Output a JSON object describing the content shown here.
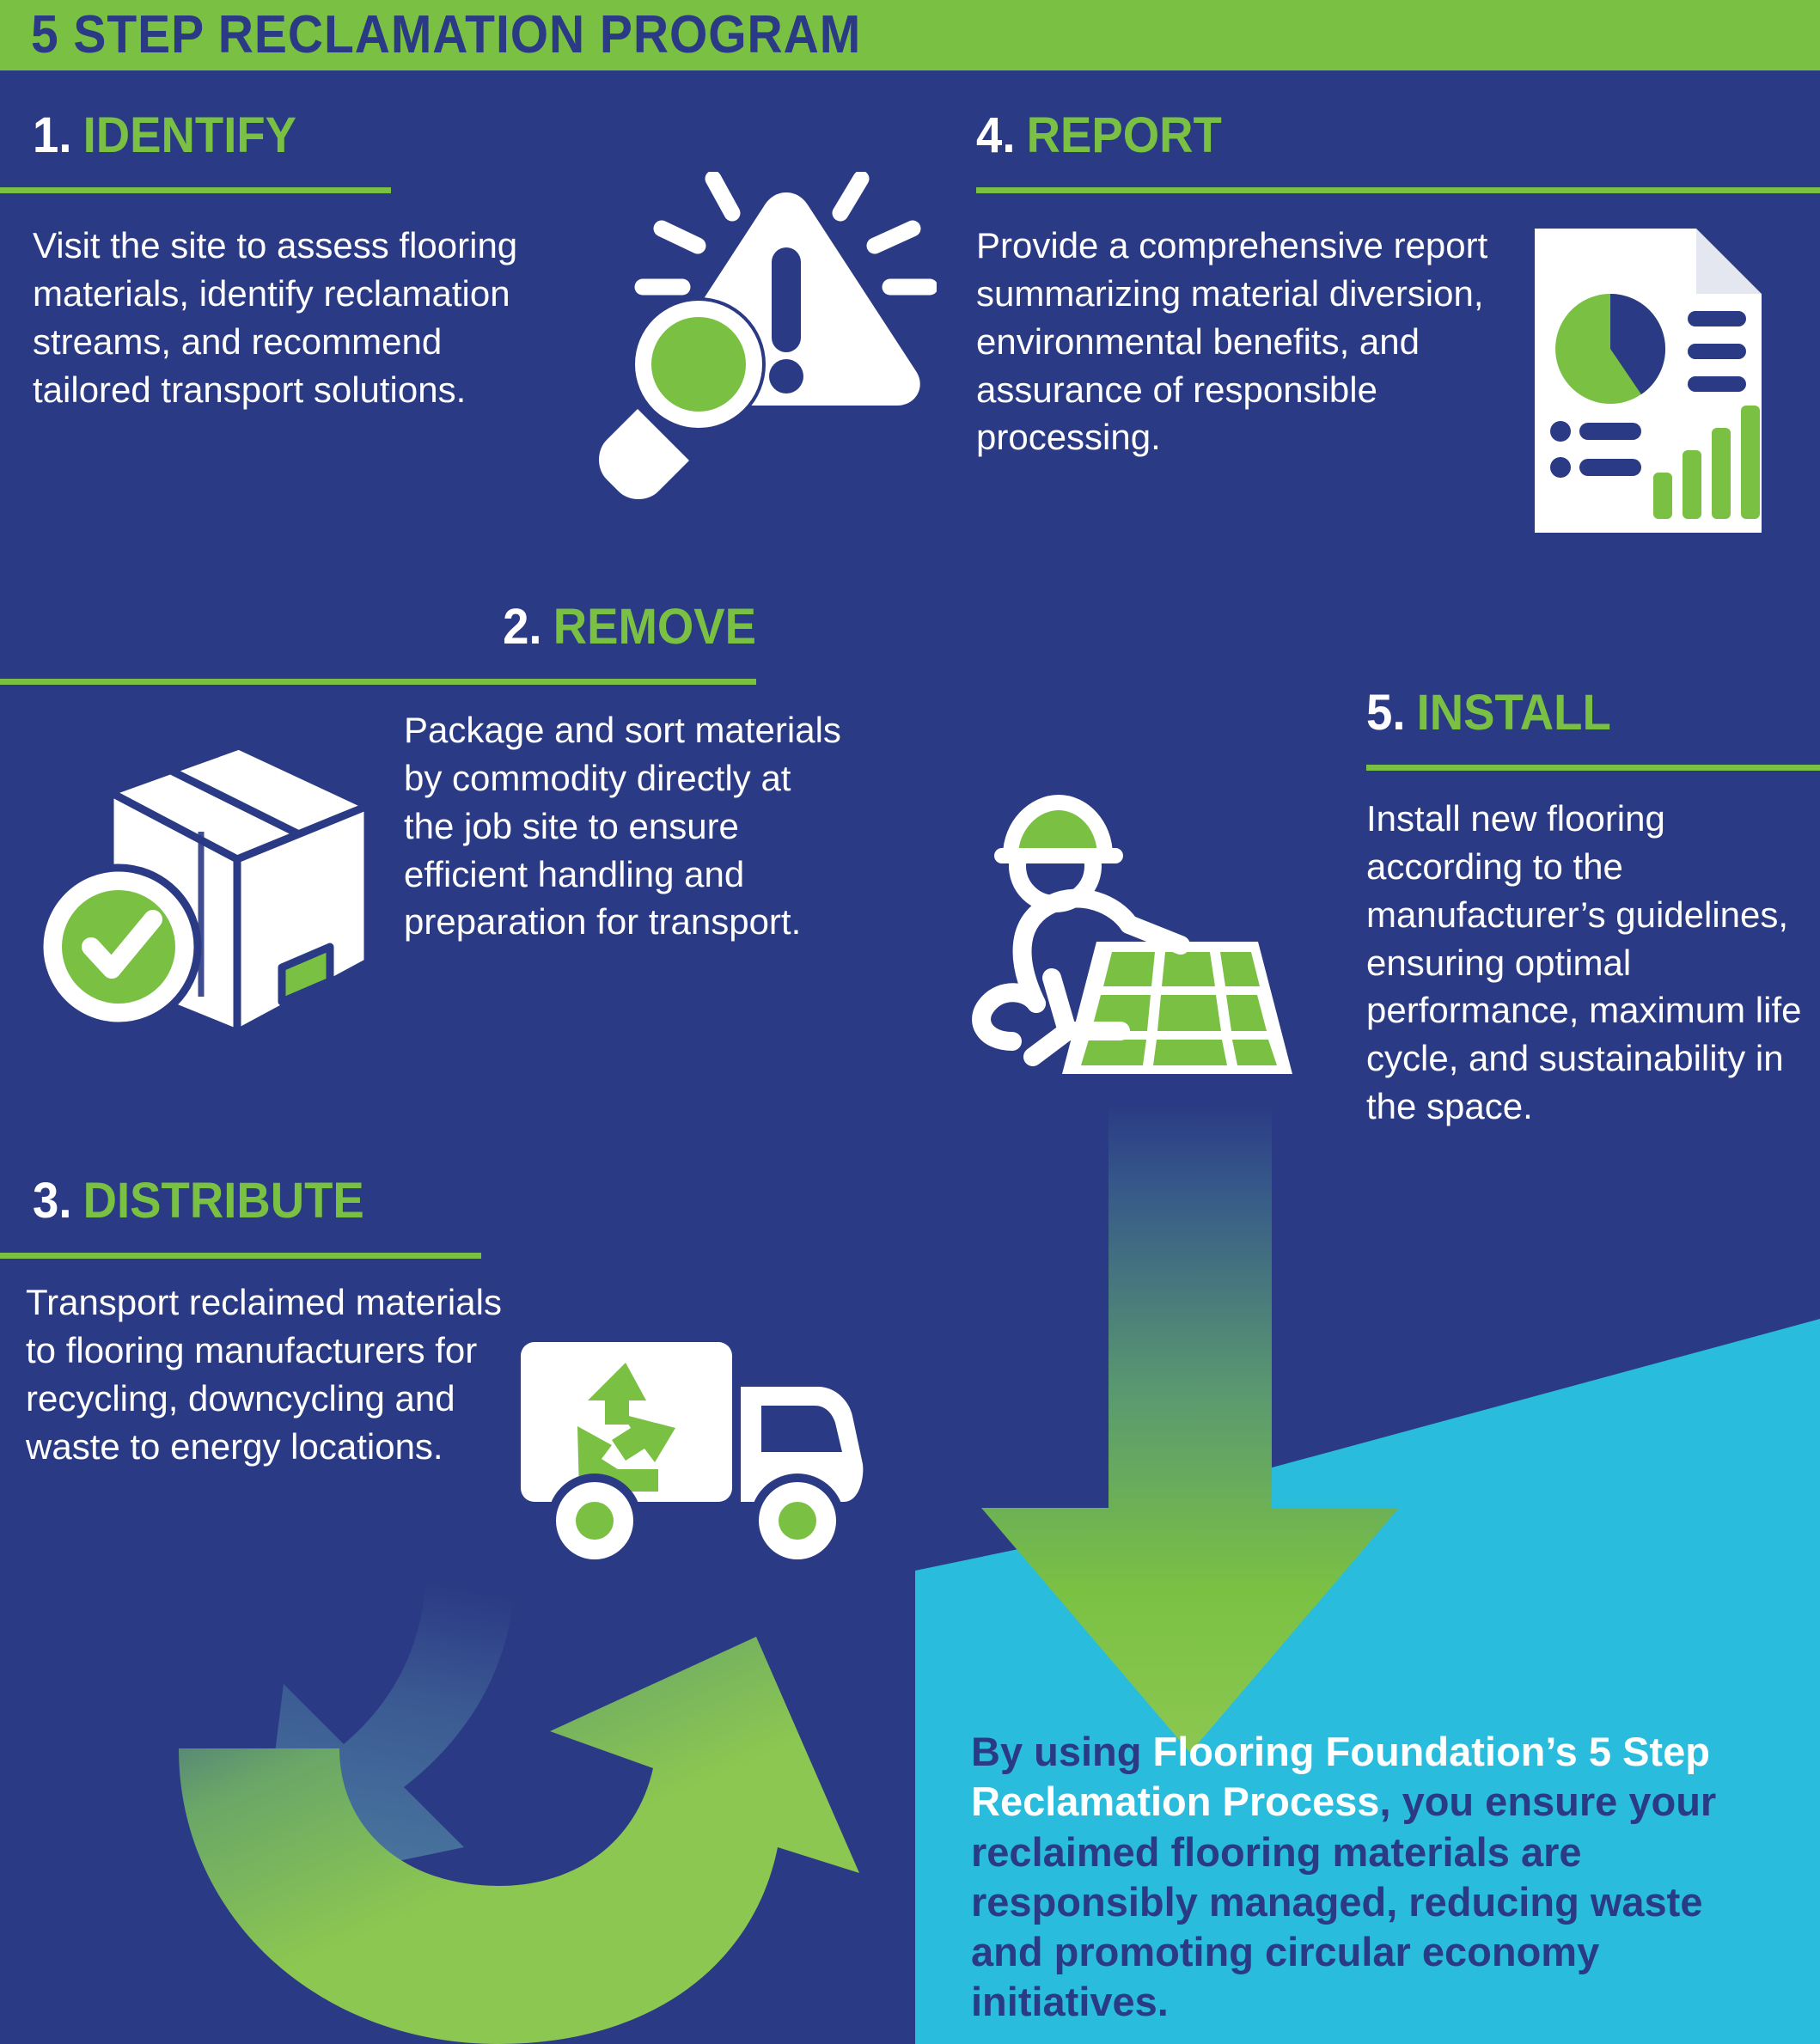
{
  "header": {
    "title": "5 STEP RECLAMATION PROGRAM"
  },
  "colors": {
    "navy": "#2b3a84",
    "green": "#7ac143",
    "cyan": "#29bcdd",
    "white": "#ffffff"
  },
  "steps": [
    {
      "num": "1.",
      "name": "IDENTIFY",
      "body": "Visit the site to assess flooring materials, identify reclamation streams, and recommend tailored transport solutions.",
      "icon": "magnifier-warning-icon"
    },
    {
      "num": "2.",
      "name": "REMOVE",
      "body": "Package and sort materials by commodity directly at the job site to ensure efficient handling and preparation for transport.",
      "icon": "package-box-check-icon"
    },
    {
      "num": "3.",
      "name": "DISTRIBUTE",
      "body": "Transport reclaimed materials to flooring manufacturers for recycling, downcycling and waste to energy locations.",
      "icon": "recycling-truck-icon"
    },
    {
      "num": "4.",
      "name": "REPORT",
      "body": "Provide a comprehensive report summarizing material diversion, environmental benefits, and assurance of responsible processing.",
      "icon": "report-document-icon"
    },
    {
      "num": "5.",
      "name": "INSTALL",
      "body": "Install new flooring according to the manufacturer’s guidelines, ensuring optimal performance, maximum life cycle, and sustainability in the space.",
      "icon": "installer-worker-tiles-icon"
    }
  ],
  "callout": {
    "lead": "By using ",
    "highlight": "Flooring Foundation’s 5 Step Reclamation Process",
    "tail": ", you ensure your reclaimed flooring materials are responsibly managed, reducing waste and promoting circular economy initiatives."
  },
  "arrows": {
    "down_arrow": "down-arrow-gradient",
    "curved_arrow": "curved-loop-arrow-gradient",
    "faded_arrow": "faded-down-left-arrow"
  }
}
